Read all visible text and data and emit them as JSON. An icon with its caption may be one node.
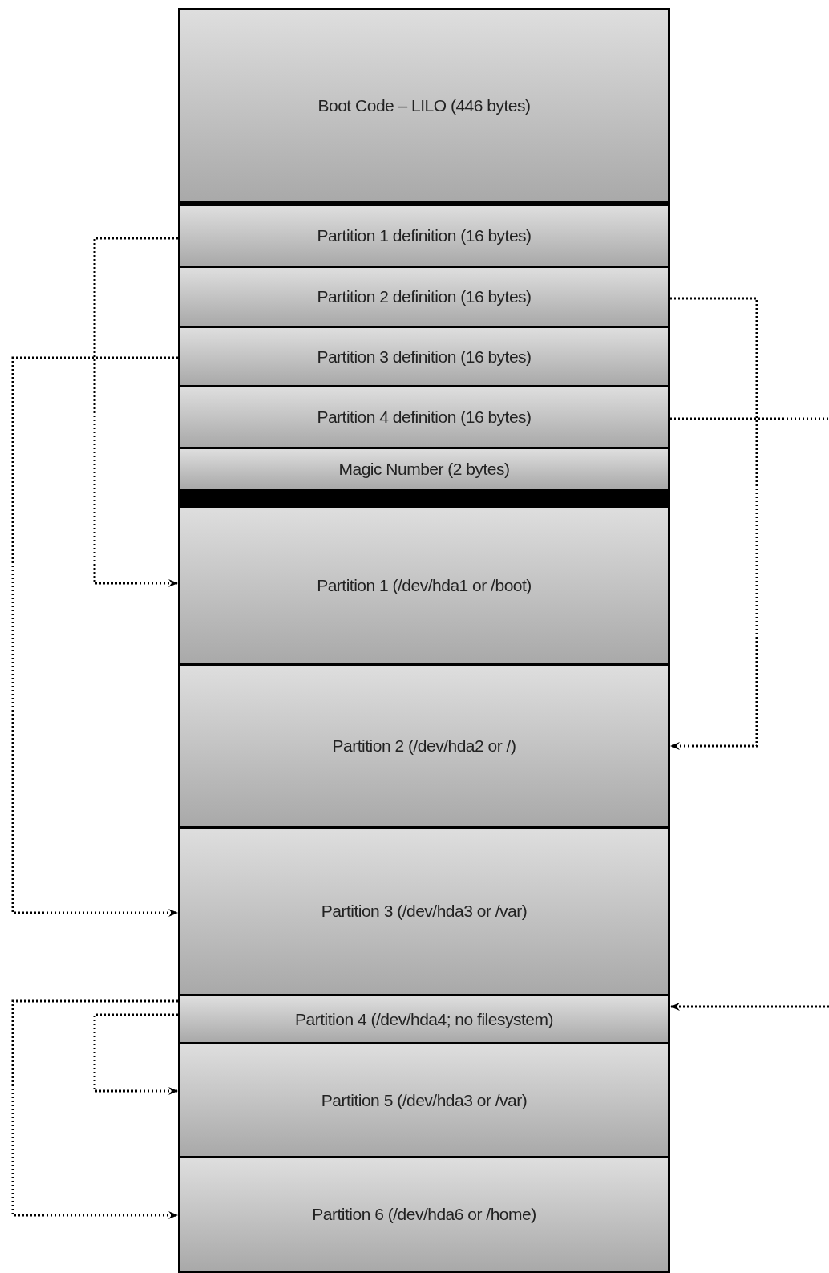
{
  "diagram": {
    "nodes": [
      {
        "text": [
          "Boot Code – LILO (446 bytes)"
        ]
      },
      {
        "text": [
          "Partition 1 definition (16 bytes)"
        ]
      },
      {
        "text": [
          "Partition 2 definition (16 bytes)"
        ]
      },
      {
        "text": [
          "Partition 3 definition (16 bytes)"
        ]
      },
      {
        "text": [
          "Partition 4 definition (16 bytes)"
        ]
      },
      {
        "text": [
          "Magic Number (2 bytes)"
        ]
      },
      {
        "text": [],
        "shape": "bar"
      },
      {
        "text": [
          "Partition 1 (/dev/hda1 or /boot)"
        ]
      },
      {
        "text": [
          "Partition 2 (/dev/hda2 or /)"
        ]
      },
      {
        "text": [
          "Partition 3 (/dev/hda3 or /var)"
        ]
      },
      {
        "text": [
          "Partition 4 (/dev/hda4; no filesystem)"
        ]
      },
      {
        "text": [
          "Partition 5 (/dev/hda3 or /var)"
        ]
      },
      {
        "text": [
          "Partition 6 (/dev/hda6 or /home)"
        ]
      }
    ],
    "edges": [
      {
        "from": 1,
        "to": 7,
        "arrow": "to"
      },
      {
        "from": 2,
        "to": 8,
        "arrow": "to"
      },
      {
        "from": 3,
        "to": 9,
        "arrow": "to"
      },
      {
        "from": 4,
        "to": null,
        "arrow": "none"
      },
      {
        "from": null,
        "to": 10,
        "arrow": "to"
      },
      {
        "from": 10,
        "to": 11,
        "arrow": "to"
      },
      {
        "from": 10,
        "to": 12,
        "arrow": "to"
      }
    ]
  }
}
